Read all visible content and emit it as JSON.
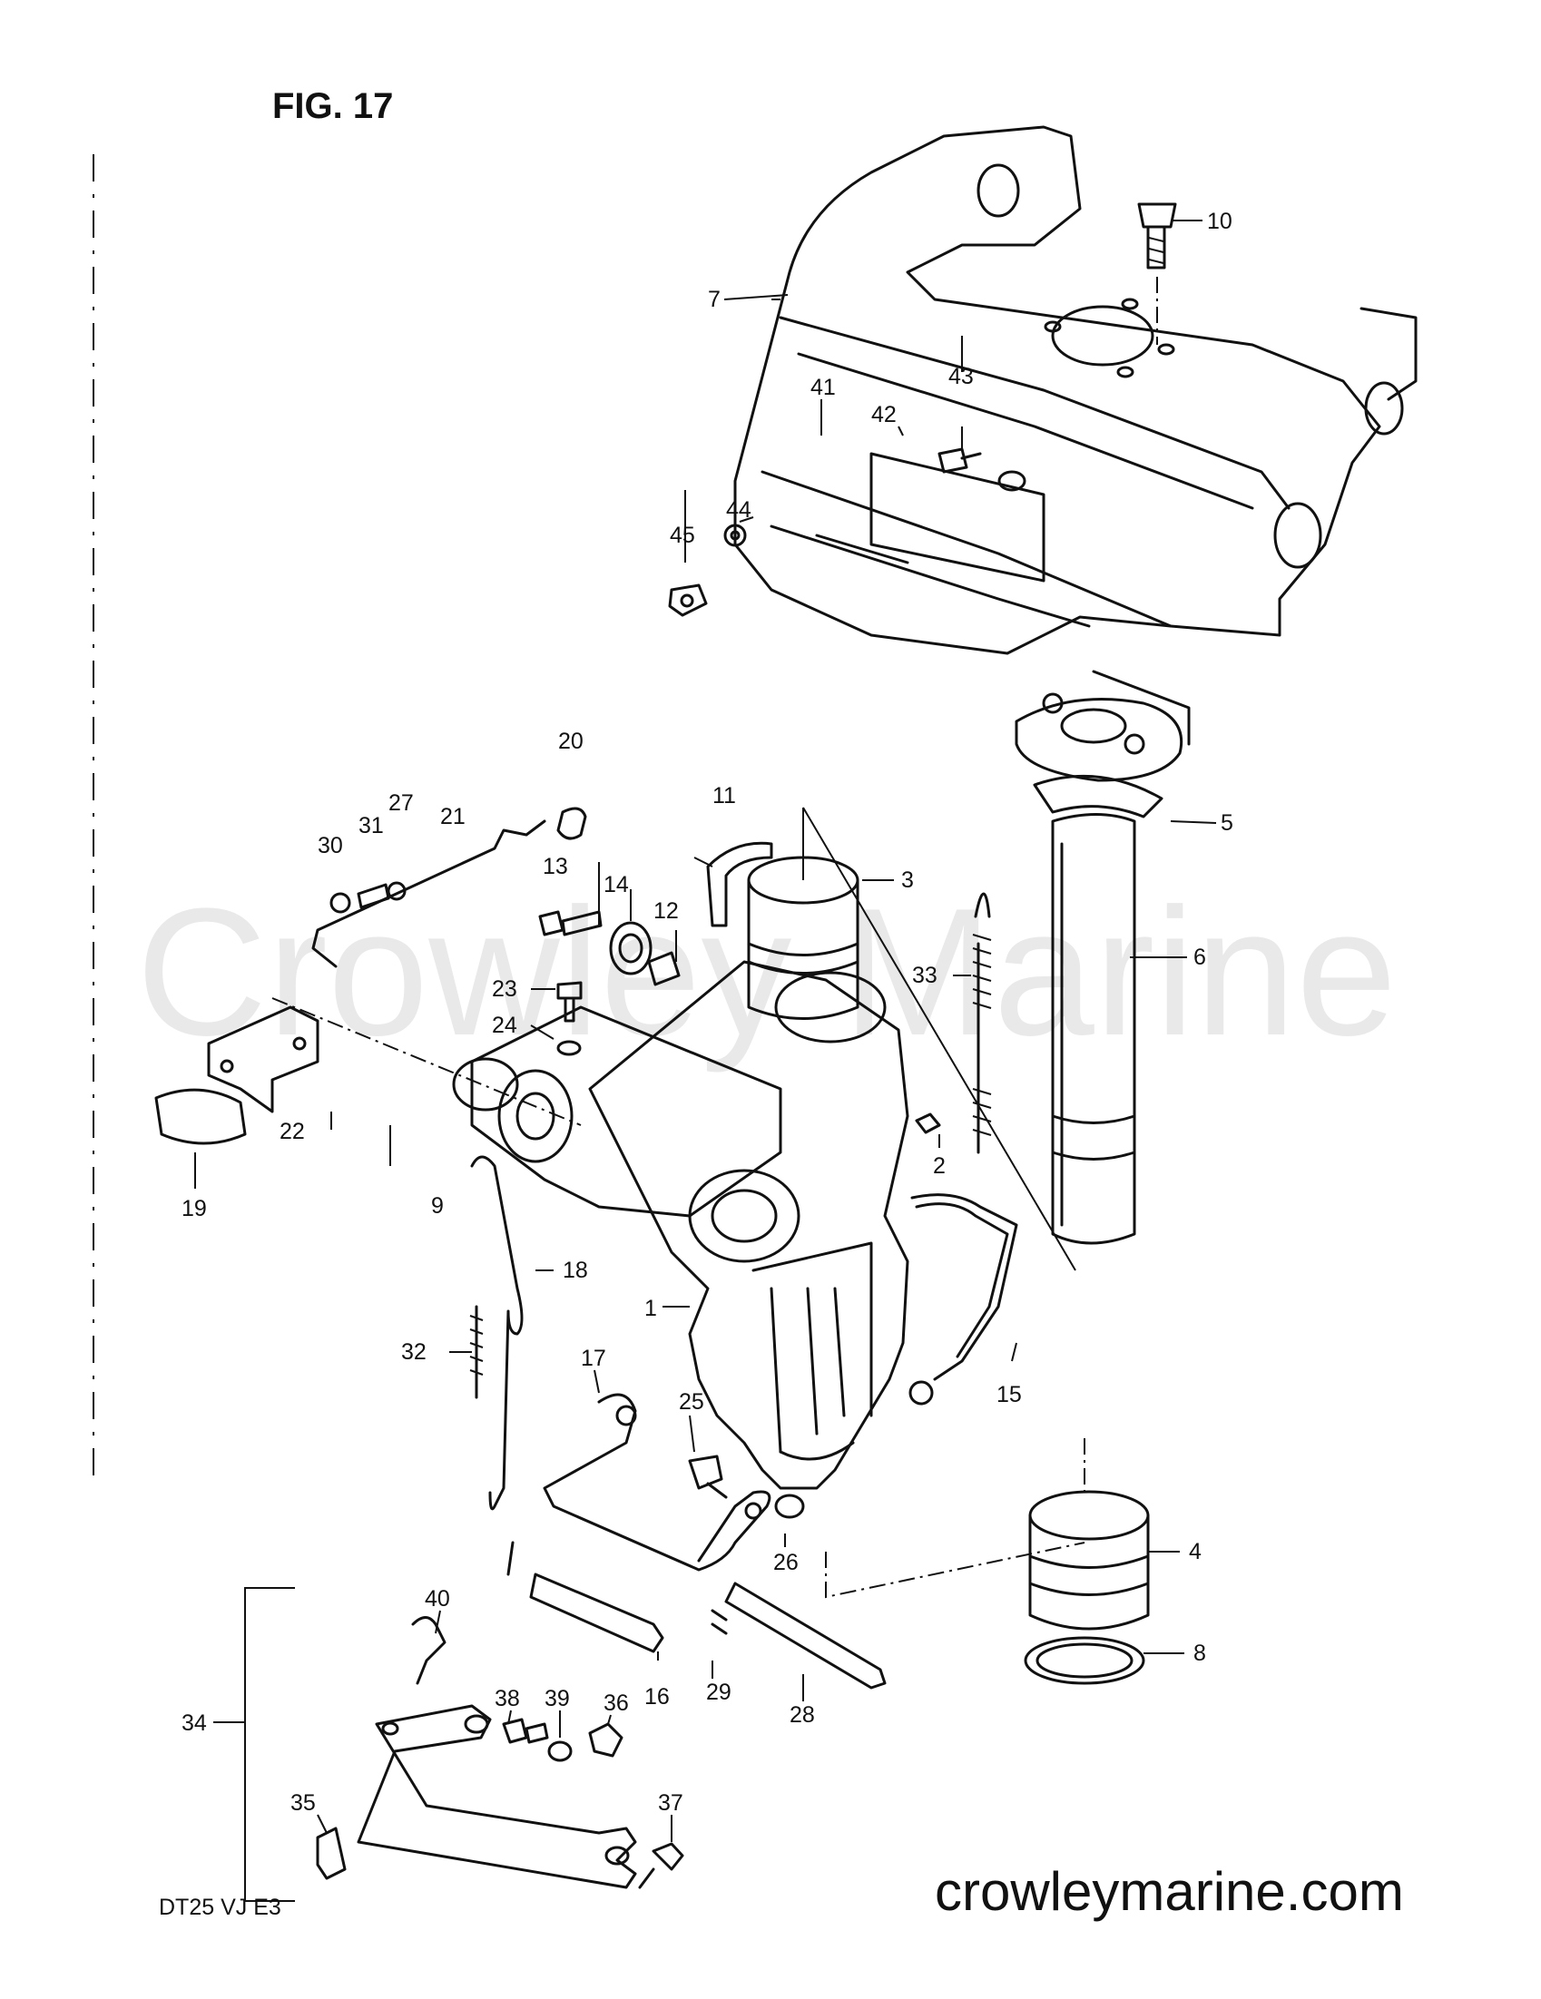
{
  "figure_title": "FIG. 17",
  "model_code": "DT25 VJ E3",
  "watermark": "Crowley Marine",
  "website": "crowleymarine.com",
  "callouts": [
    "1",
    "2",
    "3",
    "4",
    "5",
    "6",
    "7",
    "8",
    "9",
    "10",
    "11",
    "12",
    "13",
    "14",
    "15",
    "16",
    "17",
    "18",
    "19",
    "20",
    "21",
    "22",
    "23",
    "24",
    "25",
    "26",
    "27",
    "28",
    "29",
    "30",
    "31",
    "32",
    "33",
    "34",
    "35",
    "36",
    "37",
    "38",
    "39",
    "40",
    "41",
    "42",
    "43",
    "44",
    "45"
  ]
}
